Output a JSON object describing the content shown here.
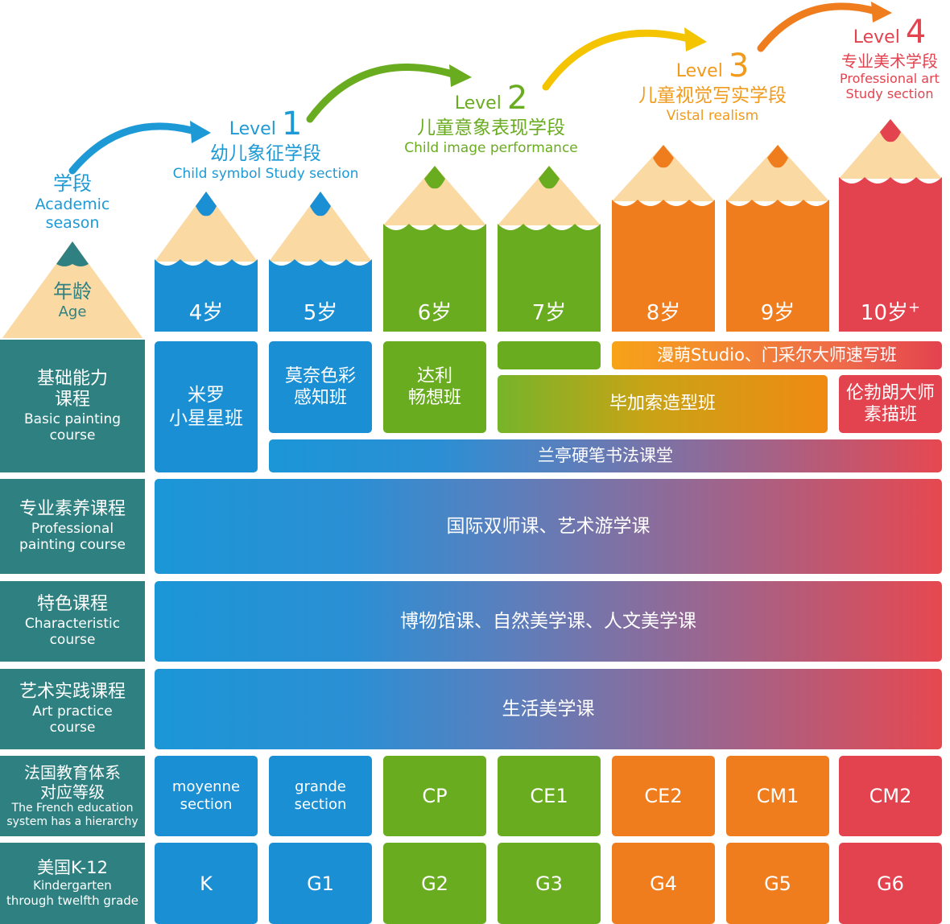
{
  "header": {
    "academic": {
      "zh": "学段",
      "en1": "Academic",
      "en2": "season"
    },
    "age": {
      "zh": "年龄",
      "en": "Age"
    },
    "levels": [
      {
        "word": "Level",
        "num": "1",
        "zh": "幼儿象征学段",
        "en": "Child  symbol Study section"
      },
      {
        "word": "Level",
        "num": "2",
        "zh": "儿童意象表现学段",
        "en": "Child image performance"
      },
      {
        "word": "Level",
        "num": "3",
        "zh": "儿童视觉写实学段",
        "en": "Vistal realism"
      },
      {
        "word": "Level",
        "num": "4",
        "zh": "专业美术学段",
        "en1": "Professional art",
        "en2": "Study section"
      }
    ]
  },
  "ages": [
    "4岁",
    "5岁",
    "6岁",
    "7岁",
    "8岁",
    "9岁",
    "10岁"
  ],
  "age_plus": "+",
  "rows": {
    "basic": {
      "zh1": "基础能力",
      "zh2": "课程",
      "en1": "Basic painting",
      "en2": "course"
    },
    "professional": {
      "zh": "专业素养课程",
      "en1": "Professional",
      "en2": "painting course"
    },
    "characteristic": {
      "zh": "特色课程",
      "en1": "Characteristic",
      "en2": "course"
    },
    "practice": {
      "zh": "艺术实践课程",
      "en1": "Art practice",
      "en2": "course"
    },
    "french": {
      "zh1": "法国教育体系",
      "zh2": "对应等级",
      "en1": "The French education",
      "en2": "system has a hierarchy"
    },
    "us": {
      "zh": "美国K-12",
      "en1": "Kindergarten",
      "en2": "through twelfth grade"
    }
  },
  "courses": {
    "miluo": {
      "l1": "米罗",
      "l2": "小星星班"
    },
    "monet": {
      "l1": "莫奈色彩",
      "l2": "感知班"
    },
    "dali": {
      "l1": "达利",
      "l2": "畅想班"
    },
    "manmeng": "漫萌Studio、门采尔大师速写班",
    "picasso": "毕加索造型班",
    "rembrandt": {
      "l1": "伦勃朗大师",
      "l2": "素描班"
    },
    "lanting": "兰亭硬笔书法课堂",
    "international": "国际双师课、艺术游学课",
    "museum": "博物馆课、自然美学课、人文美学课",
    "life": "生活美学课"
  },
  "french_grades": [
    {
      "l1": "moyenne",
      "l2": "section"
    },
    {
      "l1": "grande",
      "l2": "section"
    },
    {
      "l1": "CP",
      "l2": ""
    },
    {
      "l1": "CE1",
      "l2": ""
    },
    {
      "l1": "CE2",
      "l2": ""
    },
    {
      "l1": "CM1",
      "l2": ""
    },
    {
      "l1": "CM2",
      "l2": ""
    }
  ],
  "us_grades": [
    "K",
    "G1",
    "G2",
    "G3",
    "G4",
    "G5",
    "G6"
  ],
  "colors": {
    "teal": "#2f8081",
    "blue": "#1b8fd3",
    "green": "#6aac20",
    "orange": "#ef7d1e",
    "red": "#e3424f",
    "wood": "#fbd9a3",
    "level1": "#1d9ad6",
    "level2": "#6aac20",
    "level3": "#f19a1b",
    "level4": "#e3424f"
  }
}
